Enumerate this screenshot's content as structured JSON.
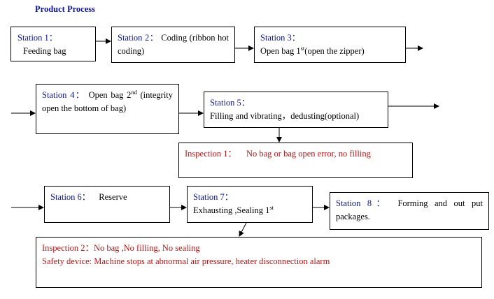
{
  "title": "Product Process",
  "station1": {
    "label": "Station 1：",
    "text": "Feeding bag"
  },
  "station2": {
    "label": "Station 2：",
    "text": "Coding (ribbon hot coding)"
  },
  "station3": {
    "label": "Station 3：",
    "text_a": "Open bag 1",
    "sup": "st",
    "text_b": "(open the zipper)"
  },
  "station4": {
    "label": "Station 4：",
    "text_a": "Open bag 2",
    "sup": "nd",
    "text_b": "(integrity open the bottom of bag)"
  },
  "station5": {
    "label": "Station 5：",
    "text": "Filling and vibrating，dedusting(optional)"
  },
  "inspection1": {
    "label": "Inspection 1：",
    "text": "No bag or bag open error, no filling"
  },
  "station6": {
    "label": "Station 6：",
    "text": "Reserve"
  },
  "station7": {
    "label": "Station 7：",
    "text_a": "Exhausting ,Sealing 1",
    "sup": "st"
  },
  "station8": {
    "label": "Station 8：",
    "text": "Forming and out put packages."
  },
  "inspection2": {
    "line1": "Inspection 2：No bag ,No filling, No sealing",
    "line2": "Safety device: Machine stops at abnormal air pressure, heater disconnection alarm"
  }
}
